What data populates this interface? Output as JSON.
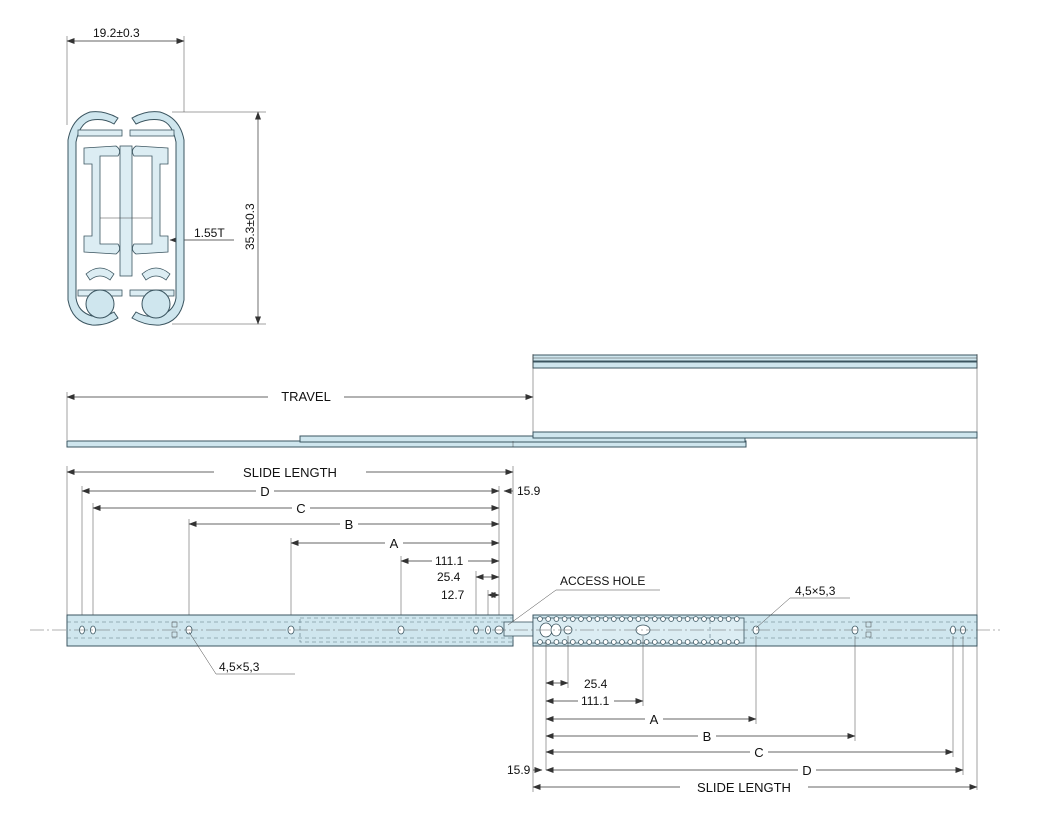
{
  "cross_section": {
    "width_label": "19.2±0.3",
    "height_label": "35.3±0.3",
    "thickness_label": "1.55T"
  },
  "travel_label": "TRAVEL",
  "left_view": {
    "slide_length": "SLIDE LENGTH",
    "d": "D",
    "c": "C",
    "b": "B",
    "a": "A",
    "dim_111": "111.1",
    "dim_25": "25.4",
    "dim_12": "12.7",
    "dim_15": "15.9",
    "hole_label": "4,5×5,3"
  },
  "right_view": {
    "access_hole": "ACCESS HOLE",
    "hole_label": "4,5×5,3",
    "dim_25": "25.4",
    "dim_111": "111.1",
    "a": "A",
    "b": "B",
    "c": "C",
    "d": "D",
    "dim_15": "15.9",
    "slide_length": "SLIDE LENGTH"
  }
}
